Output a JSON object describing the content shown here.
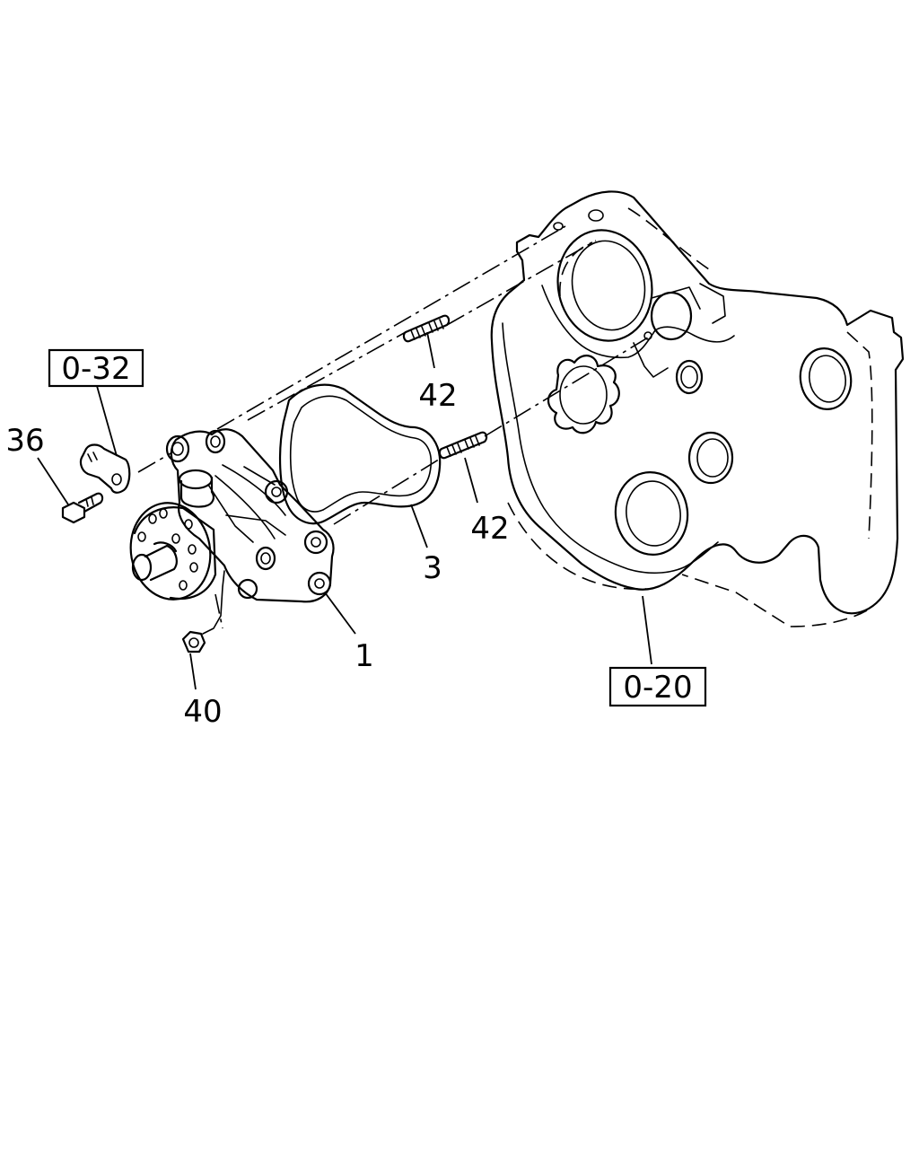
{
  "callouts": {
    "ref_0_32": "0-32",
    "ref_0_20": "0-20",
    "part_36": "36",
    "part_42_upper": "42",
    "part_42_lower": "42",
    "part_3": "3",
    "part_1": "1",
    "part_40": "40"
  },
  "colors": {
    "line": "#000000",
    "background": "#ffffff"
  }
}
